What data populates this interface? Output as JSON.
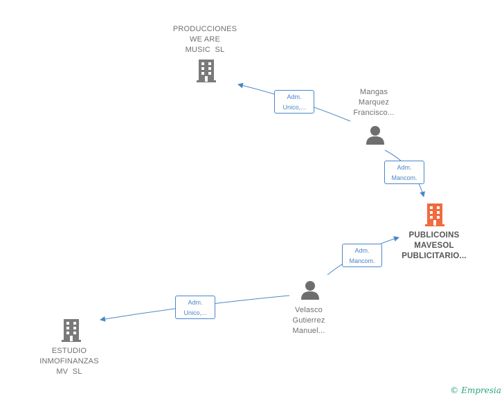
{
  "nodes": {
    "producciones": {
      "lines": [
        "PRODUCCIONES",
        "WE ARE",
        "MUSIC  SL"
      ],
      "type": "company"
    },
    "mangas": {
      "lines": [
        "Mangas",
        "Marquez",
        "Francisco..."
      ],
      "type": "person"
    },
    "publicoins": {
      "lines": [
        "PUBLICOINS",
        "MAVESOL",
        "PUBLICITARIO..."
      ],
      "type": "company",
      "highlight": true
    },
    "velasco": {
      "lines": [
        "Velasco",
        "Gutierrez",
        "Manuel..."
      ],
      "type": "person"
    },
    "estudio": {
      "lines": [
        "ESTUDIO",
        "INMOFINANZAS",
        "MV  SL"
      ],
      "type": "company"
    }
  },
  "edges": [
    {
      "from": "mangas",
      "to": "producciones",
      "label": [
        "Adm.",
        "Unico,..."
      ]
    },
    {
      "from": "mangas",
      "to": "publicoins",
      "label": [
        "Adm.",
        "Mancom."
      ]
    },
    {
      "from": "velasco",
      "to": "publicoins",
      "label": [
        "Adm.",
        "Mancom."
      ]
    },
    {
      "from": "velasco",
      "to": "estudio",
      "label": [
        "Adm.",
        "Unico,..."
      ]
    }
  ],
  "colors": {
    "edge": "#4a86c8",
    "company_icon": "#7a7a7a",
    "company_icon_highlight": "#f26a3d",
    "person_icon": "#6e6e6e",
    "brand": "#2aa37a"
  },
  "brand": {
    "copyright": "©",
    "name": "Empresia"
  }
}
